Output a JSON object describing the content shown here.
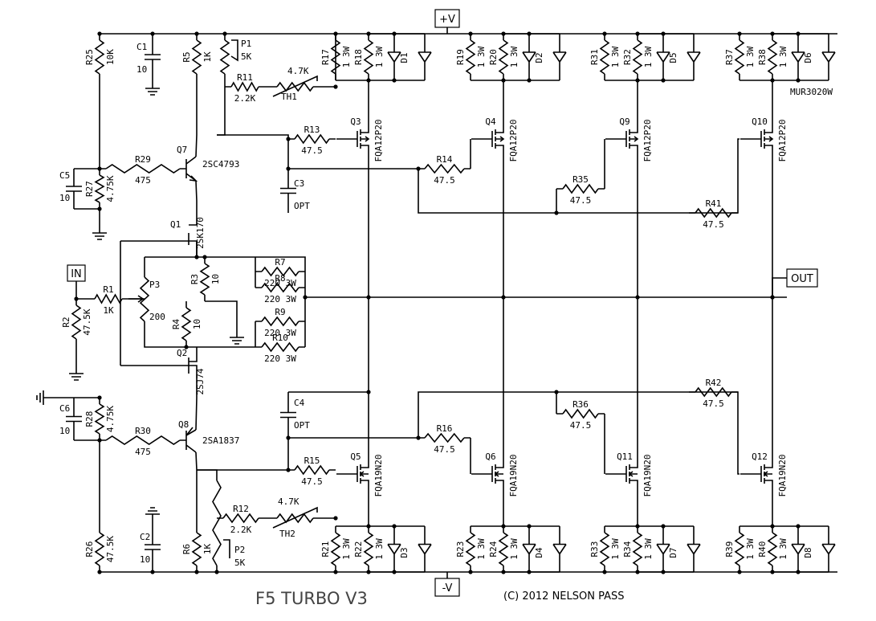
{
  "title": "F5 TURBO V3",
  "copyright": "(C) 2012 NELSON PASS",
  "ports": {
    "vplus": "+V",
    "vminus": "-V",
    "input": "IN",
    "output": "OUT"
  },
  "resistors": [
    {
      "ref": "R25",
      "val": "10K"
    },
    {
      "ref": "R5",
      "val": "1K"
    },
    {
      "ref": "R11",
      "val": "2.2K"
    },
    {
      "ref": "R17",
      "val": "1 3W"
    },
    {
      "ref": "R18",
      "val": "1 3W"
    },
    {
      "ref": "R19",
      "val": "1 3W"
    },
    {
      "ref": "R20",
      "val": "1 3W"
    },
    {
      "ref": "R31",
      "val": "1 3W"
    },
    {
      "ref": "R32",
      "val": "1 3W"
    },
    {
      "ref": "R37",
      "val": "1 3W"
    },
    {
      "ref": "R38",
      "val": "1 3W"
    },
    {
      "ref": "R13",
      "val": "47.5"
    },
    {
      "ref": "R29",
      "val": "475"
    },
    {
      "ref": "R27",
      "val": "4.75K"
    },
    {
      "ref": "R14",
      "val": "47.5"
    },
    {
      "ref": "R35",
      "val": "47.5"
    },
    {
      "ref": "R41",
      "val": "47.5"
    },
    {
      "ref": "R7",
      "val": "220 3W"
    },
    {
      "ref": "R8",
      "val": "220 3W"
    },
    {
      "ref": "R3",
      "val": "10"
    },
    {
      "ref": "R1",
      "val": "1K"
    },
    {
      "ref": "R2",
      "val": "47.5K"
    },
    {
      "ref": "R4",
      "val": "10"
    },
    {
      "ref": "R9",
      "val": "220 3W"
    },
    {
      "ref": "R10",
      "val": "220 3W"
    },
    {
      "ref": "R28",
      "val": "4.75K"
    },
    {
      "ref": "R30",
      "val": "475"
    },
    {
      "ref": "R16",
      "val": "47.5"
    },
    {
      "ref": "R36",
      "val": "47.5"
    },
    {
      "ref": "R42",
      "val": "47.5"
    },
    {
      "ref": "R15",
      "val": "47.5"
    },
    {
      "ref": "R12",
      "val": "2.2K"
    },
    {
      "ref": "R26",
      "val": "47.5K"
    },
    {
      "ref": "R6",
      "val": "1K"
    },
    {
      "ref": "R21",
      "val": "1 3W"
    },
    {
      "ref": "R22",
      "val": "1 3W"
    },
    {
      "ref": "R23",
      "val": "1 3W"
    },
    {
      "ref": "R24",
      "val": "1 3W"
    },
    {
      "ref": "R33",
      "val": "1 3W"
    },
    {
      "ref": "R34",
      "val": "1 3W"
    },
    {
      "ref": "R39",
      "val": "1 3W"
    },
    {
      "ref": "R40",
      "val": "1 3W"
    }
  ],
  "pots": [
    {
      "ref": "P1",
      "val": "5K"
    },
    {
      "ref": "P2",
      "val": "5K"
    },
    {
      "ref": "P3",
      "val": "200"
    }
  ],
  "thermistors": [
    {
      "ref": "TH1",
      "val": "4.7K"
    },
    {
      "ref": "TH2",
      "val": "4.7K"
    }
  ],
  "capacitors": [
    {
      "ref": "C1",
      "val": "10"
    },
    {
      "ref": "C5",
      "val": "10"
    },
    {
      "ref": "C3",
      "val": "OPT"
    },
    {
      "ref": "C4",
      "val": "OPT"
    },
    {
      "ref": "C6",
      "val": "10"
    },
    {
      "ref": "C2",
      "val": "10"
    }
  ],
  "transistors": [
    {
      "ref": "Q7",
      "part": "2SC4793"
    },
    {
      "ref": "Q1",
      "part": "2SK170"
    },
    {
      "ref": "Q2",
      "part": "2SJ74"
    },
    {
      "ref": "Q8",
      "part": "2SA1837"
    },
    {
      "ref": "Q3",
      "part": "FQA12P20"
    },
    {
      "ref": "Q4",
      "part": "FQA12P20"
    },
    {
      "ref": "Q9",
      "part": "FQA12P20"
    },
    {
      "ref": "Q10",
      "part": "FQA12P20"
    },
    {
      "ref": "Q5",
      "part": "FQA19N20"
    },
    {
      "ref": "Q6",
      "part": "FQA19N20"
    },
    {
      "ref": "Q11",
      "part": "FQA19N20"
    },
    {
      "ref": "Q12",
      "part": "FQA19N20"
    }
  ],
  "diodes": {
    "refs": [
      "D1",
      "D2",
      "D5",
      "D6",
      "D3",
      "D4",
      "D7",
      "D8"
    ],
    "part": "MUR3020W"
  }
}
